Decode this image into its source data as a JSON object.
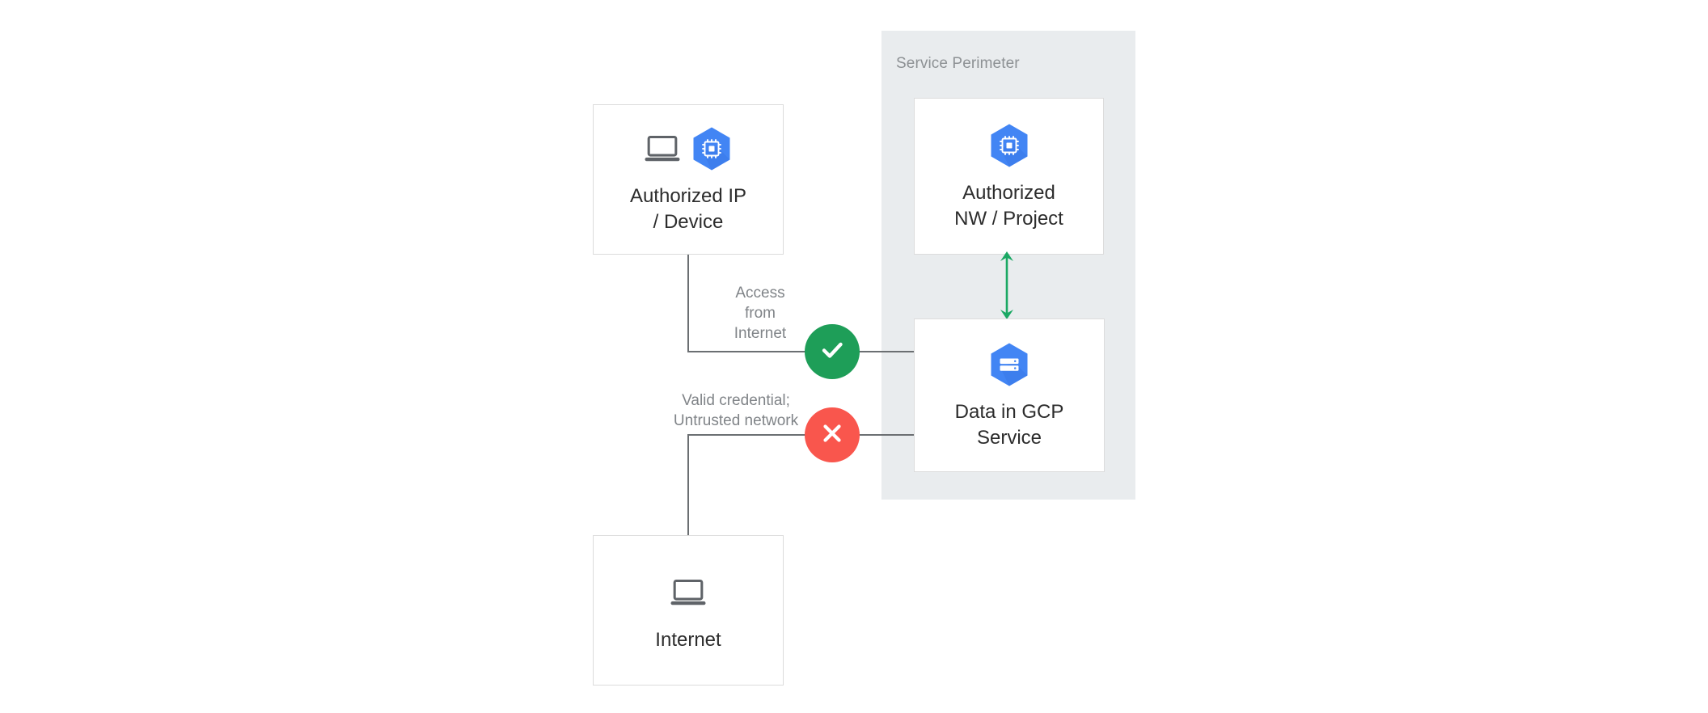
{
  "diagram": {
    "title": "VPC Service Controls access diagram",
    "background": "#ffffff",
    "colors": {
      "perimeter_fill": "#e9ecee",
      "node_border": "#dcdcdc",
      "line": "#6b6f72",
      "allow_green": "#1e9e58",
      "deny_red": "#f9564d",
      "arrow_green": "#1aa863",
      "gcp_blue": "#4285f4",
      "gcp_blue_dark": "#3b78e7",
      "label_gray": "#808488",
      "perimeter_label_gray": "#8d9194",
      "node_text": "#2c2c2c",
      "icon_gray": "#5f6368"
    }
  },
  "perimeter": {
    "label": "Service Perimeter"
  },
  "nodes": [
    {
      "id": "authorized-ip-device",
      "label": "Authorized IP\n/ Device",
      "icons": [
        "laptop-icon",
        "gcp-compute-hexagon-icon"
      ]
    },
    {
      "id": "authorized-nw-project",
      "label": "Authorized\nNW / Project",
      "icons": [
        "gcp-compute-hexagon-icon"
      ]
    },
    {
      "id": "data-in-gcp-service",
      "label": "Data in GCP\nService",
      "icons": [
        "gcp-storage-hexagon-icon"
      ]
    },
    {
      "id": "internet",
      "label": "Internet",
      "icons": [
        "laptop-icon"
      ]
    }
  ],
  "edges": [
    {
      "id": "access-from-internet",
      "label": "Access\nfrom\nInternet",
      "status": "allowed",
      "badge": "check-icon"
    },
    {
      "id": "valid-credential-untrusted-network",
      "label": "Valid credential;\nUntrusted network",
      "status": "denied",
      "badge": "cross-icon"
    },
    {
      "id": "internal-bidirectional",
      "label": "",
      "status": "allowed",
      "badge": "bidirectional-arrow-icon"
    }
  ]
}
